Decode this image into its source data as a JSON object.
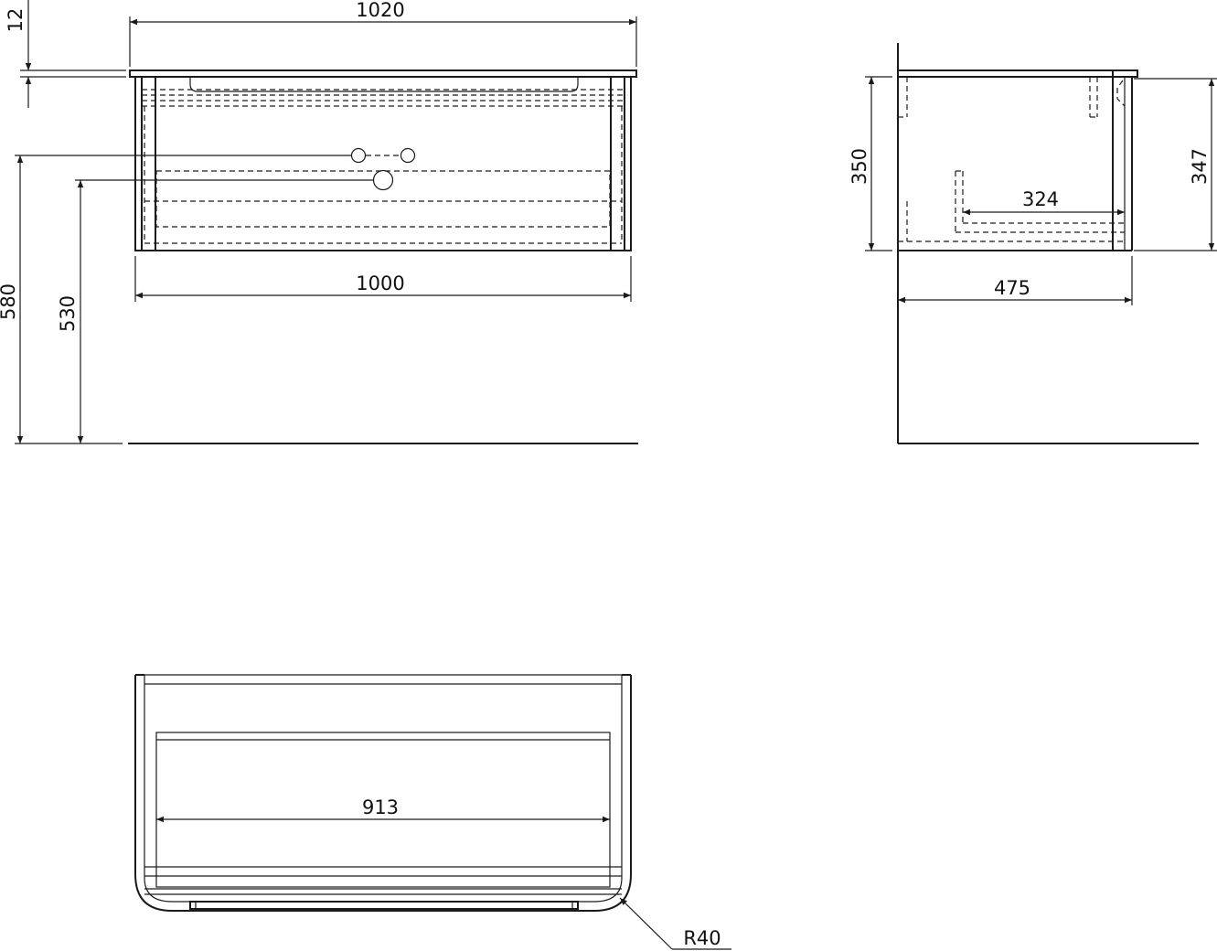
{
  "drawing": {
    "front_view": {
      "dim_top_width": "1020",
      "dim_top_thickness": "12",
      "dim_body_width": "1000",
      "dim_height_580": "580",
      "dim_height_530": "530"
    },
    "side_view": {
      "dim_height_350": "350",
      "dim_height_347": "347",
      "dim_inner_depth": "324",
      "dim_depth": "475"
    },
    "top_view": {
      "dim_inner_width": "913",
      "dim_radius": "R40"
    }
  }
}
